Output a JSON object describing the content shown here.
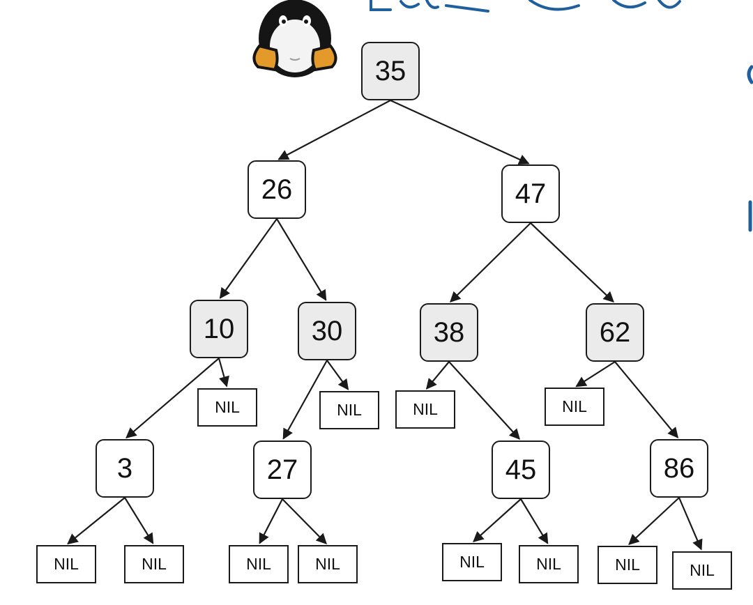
{
  "tree": {
    "nodes": [
      {
        "id": "n35",
        "label": "35",
        "color": "black"
      },
      {
        "id": "n26",
        "label": "26",
        "color": "red"
      },
      {
        "id": "n47",
        "label": "47",
        "color": "red"
      },
      {
        "id": "n10",
        "label": "10",
        "color": "black"
      },
      {
        "id": "n30",
        "label": "30",
        "color": "black"
      },
      {
        "id": "n38",
        "label": "38",
        "color": "black"
      },
      {
        "id": "n62",
        "label": "62",
        "color": "black"
      },
      {
        "id": "n3",
        "label": "3",
        "color": "red"
      },
      {
        "id": "n27",
        "label": "27",
        "color": "red"
      },
      {
        "id": "n45",
        "label": "45",
        "color": "red"
      },
      {
        "id": "n86",
        "label": "86",
        "color": "red"
      }
    ],
    "nil_label": "NIL",
    "nils": [
      {
        "id": "nil10r"
      },
      {
        "id": "nil30r"
      },
      {
        "id": "nil38l"
      },
      {
        "id": "nil62l"
      },
      {
        "id": "nil3l"
      },
      {
        "id": "nil3r"
      },
      {
        "id": "nil27l"
      },
      {
        "id": "nil27r"
      },
      {
        "id": "nil45l"
      },
      {
        "id": "nil45r"
      },
      {
        "id": "nil86l"
      },
      {
        "id": "nil86r"
      }
    ],
    "edges": [
      [
        "n35",
        "n26"
      ],
      [
        "n35",
        "n47"
      ],
      [
        "n26",
        "n10"
      ],
      [
        "n26",
        "n30"
      ],
      [
        "n47",
        "n38"
      ],
      [
        "n47",
        "n62"
      ],
      [
        "n10",
        "n3"
      ],
      [
        "n10",
        "nil10r"
      ],
      [
        "n30",
        "n27"
      ],
      [
        "n30",
        "nil30r"
      ],
      [
        "n38",
        "nil38l"
      ],
      [
        "n38",
        "n45"
      ],
      [
        "n62",
        "nil62l"
      ],
      [
        "n62",
        "n86"
      ],
      [
        "n3",
        "nil3l"
      ],
      [
        "n3",
        "nil3r"
      ],
      [
        "n27",
        "nil27l"
      ],
      [
        "n27",
        "nil27r"
      ],
      [
        "n45",
        "nil45l"
      ],
      [
        "n45",
        "nil45r"
      ],
      [
        "n86",
        "nil86l"
      ],
      [
        "n86",
        "nil86r"
      ]
    ]
  },
  "colors": {
    "black_node_fill": "#ebebeb",
    "red_node_fill": "#ffffff",
    "border": "#1a1a1a",
    "handwriting": "#1f5f9e"
  },
  "icons": [
    "penguin-mascot-icon"
  ]
}
